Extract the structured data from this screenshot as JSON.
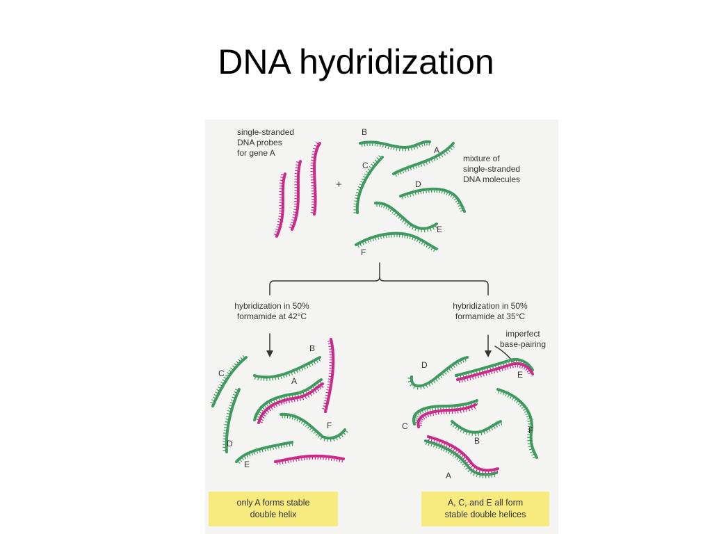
{
  "slide": {
    "title": "DNA hydridization"
  },
  "top": {
    "probes_label": [
      "single-stranded",
      "DNA probes",
      "for gene A"
    ],
    "plus": "+",
    "mixture_label": [
      "mixture of",
      "single-stranded",
      "DNA molecules"
    ],
    "letters": {
      "A": "A",
      "B": "B",
      "C": "C",
      "D": "D",
      "E": "E",
      "F": "F"
    }
  },
  "left_branch": {
    "condition": [
      "hybridization in 50%",
      "formamide at 42°C"
    ],
    "result": [
      "only A forms stable",
      "double helix"
    ]
  },
  "right_branch": {
    "condition": [
      "hybridization in 50%",
      "formamide at 35°C"
    ],
    "note": [
      "imperfect",
      "base-pairing"
    ],
    "result": [
      "A, C, and E all form",
      "stable double helices"
    ]
  },
  "colors": {
    "green_strand": "#3e9a5e",
    "probe_strand": "#cc2a8a",
    "result_box": "#f7ea7f"
  }
}
